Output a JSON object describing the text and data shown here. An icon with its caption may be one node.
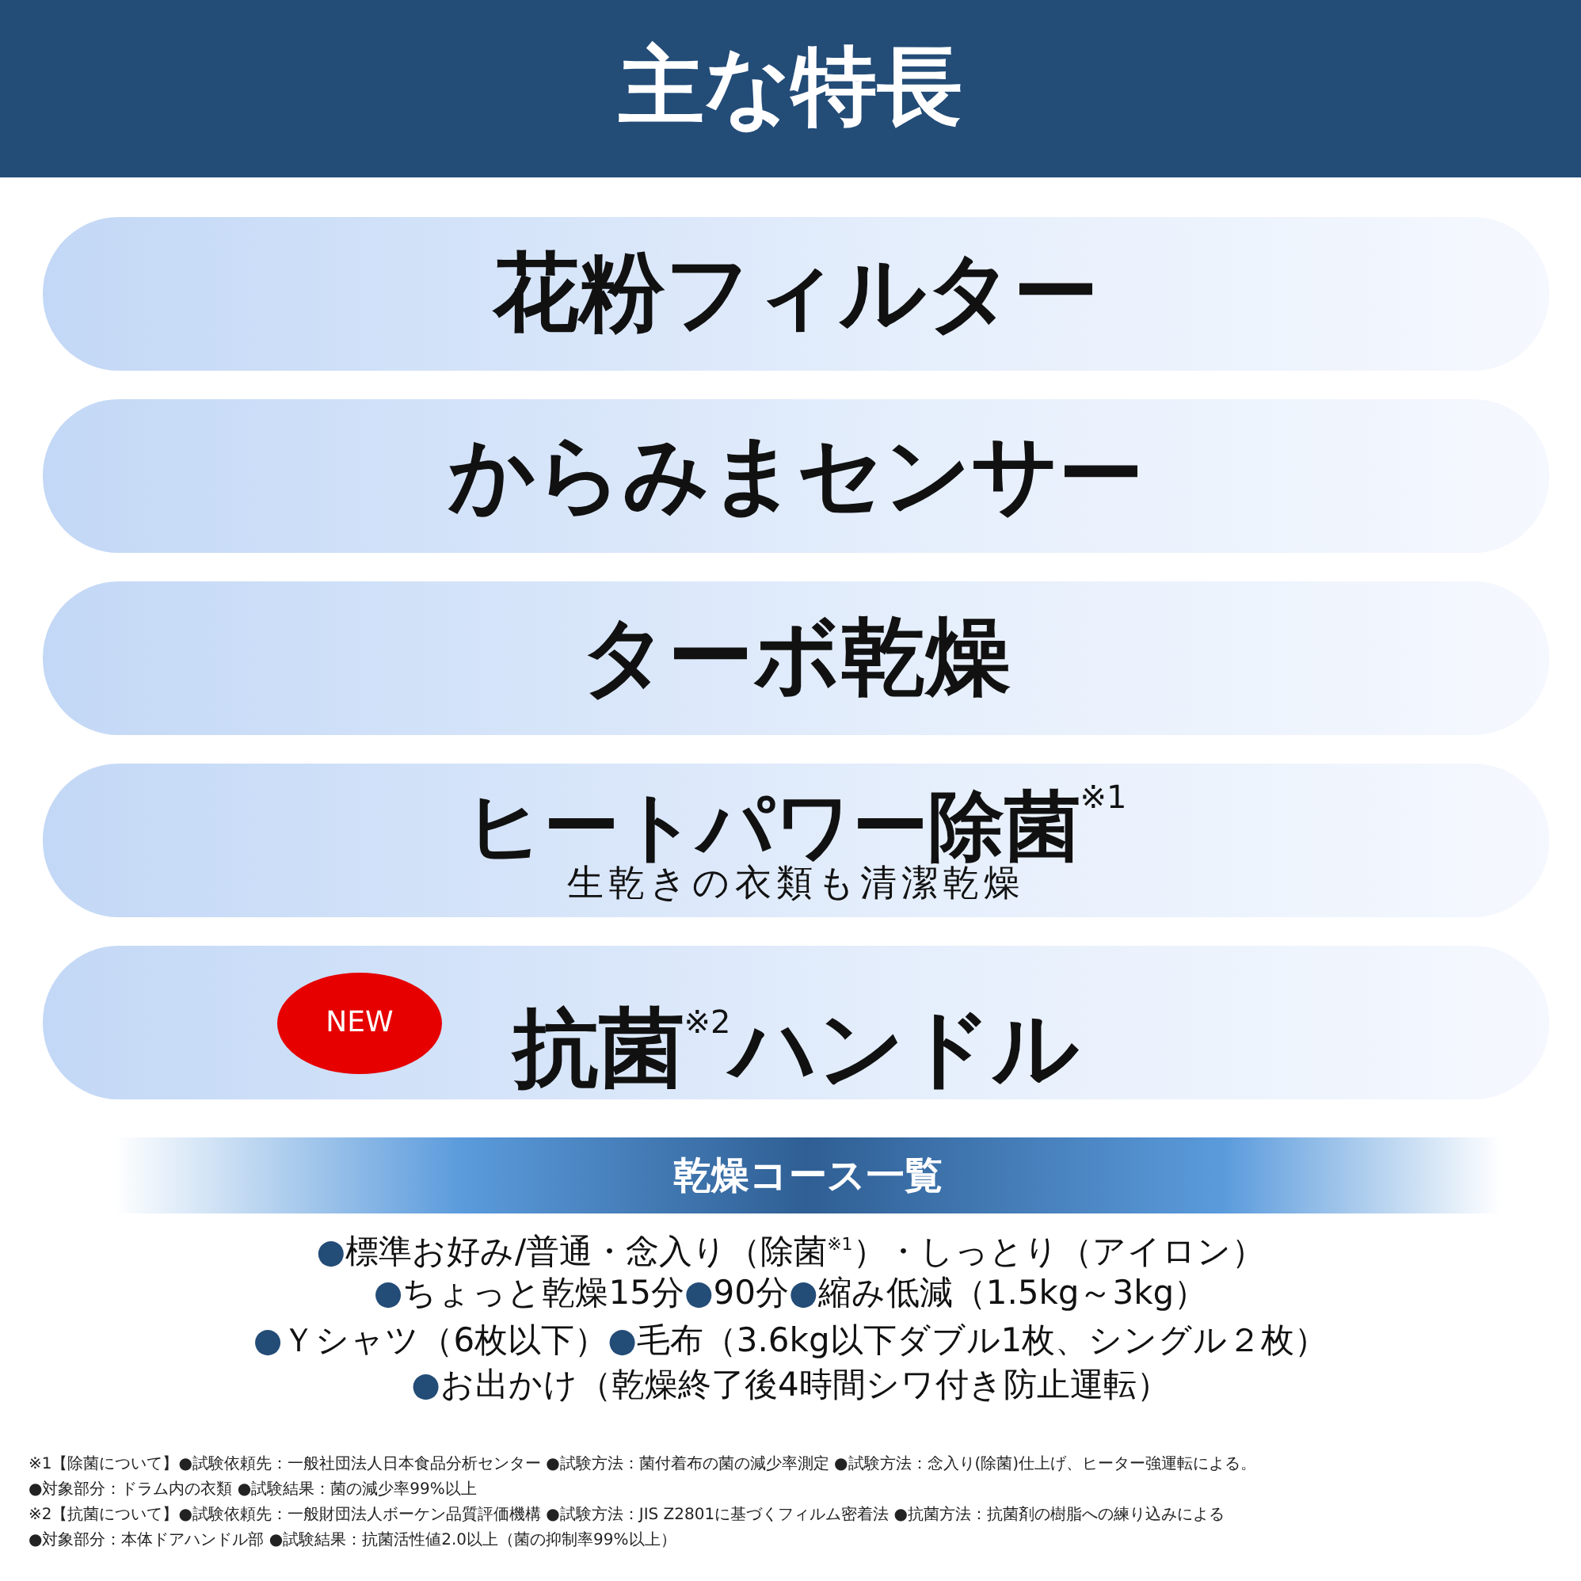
{
  "diagram": {
    "title": "主な特長",
    "nodes": [
      {
        "text": [
          "花粉フィルター"
        ]
      },
      {
        "text": [
          "からみまセンサー"
        ]
      },
      {
        "text": [
          "ターボ乾燥"
        ]
      },
      {
        "text": [
          "ヒートパワー除菌$^{※1}$",
          "生乾きの衣類も清潔乾燥"
        ]
      },
      {
        "text": [
          "抗菌$^{※2}$ハンドル"
        ]
      },
      {
        "text": [
          "NEW"
        ],
        "in": 4
      },
      {
        "text": [
          "乾燥コース一覧"
        ]
      }
    ],
    "labels": [
      "●標準お好み/普通・念入り（除菌$^{※1}$）・しっとり（アイロン）",
      "●ちょっと乾燥15分●90分●縮み低減（1.5kg～3kg）",
      "●Ｙシャツ（6枚以下）●毛布（3.6kg以下ダブル1枚、シングル２枚）",
      "●お出かけ（乾燥終了後4時間シワ付き防止運転）",
      "※1【除菌について】●試験依頼先：一般社団法人日本食品分析センター ●試験方法：菌付着布の菌の減少率測定 ●試験方法：念入り(除菌)仕上げ、ヒーター強運転による。",
      "●対象部分：ドラム内の衣類 ●試験結果：菌の減少率99%以上",
      "※2【抗菌について】●試験依頼先：一般財団法人ボーケン品質評価機構 ●試験方法：JIS Z2801に基づくフィルム密着法 ●抗菌方法：抗菌剤の樹脂への練り込みによる",
      "●対象部分：本体ドアハンドル部 ●試験結果：抗菌活性値2.0以上（菌の抑制率99%以上）"
    ]
  }
}
